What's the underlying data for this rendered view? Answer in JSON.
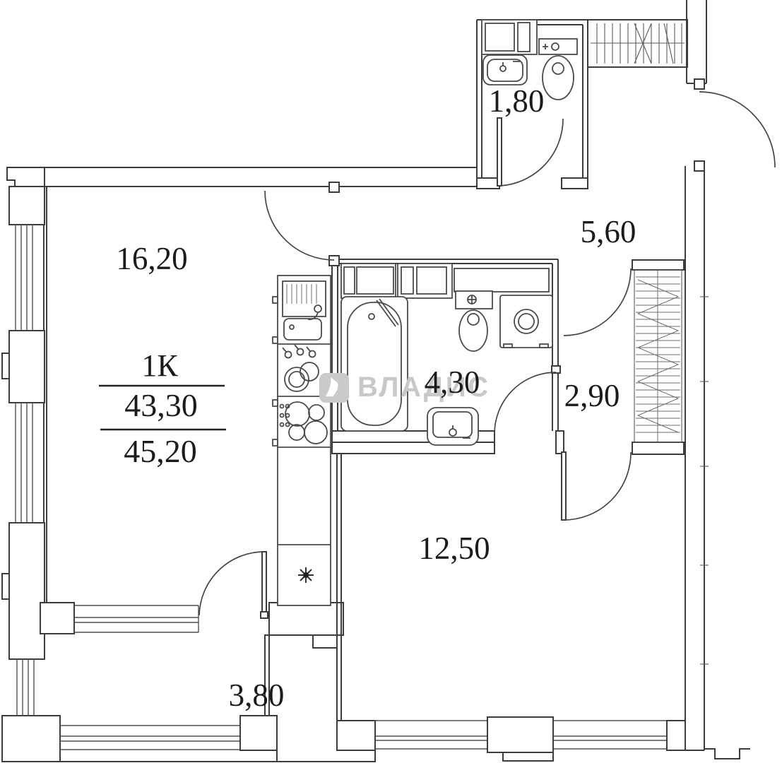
{
  "plan": {
    "watermark": "ВЛАДИС",
    "title": {
      "type_label": "1К",
      "living_area": "43,30",
      "total_area": "45,20"
    },
    "rooms": [
      {
        "id": "living-room",
        "area": "16,20"
      },
      {
        "id": "hallway",
        "area": "5,60"
      },
      {
        "id": "wc",
        "area": "1,80"
      },
      {
        "id": "bathroom",
        "area": "4,30"
      },
      {
        "id": "closet",
        "area": "2,90"
      },
      {
        "id": "room",
        "area": "12,50"
      },
      {
        "id": "balcony",
        "area": "3,80"
      }
    ],
    "icons": [
      "bathtub-icon",
      "toilet-icon",
      "washing-machine-icon",
      "sink-icon",
      "kitchen-sink-icon",
      "stove-icon",
      "refrigerator-icon",
      "dishes-icon",
      "wardrobe-hatch-icon",
      "shaft-hatch-icon",
      "door-swing-icon",
      "window-icon"
    ]
  }
}
